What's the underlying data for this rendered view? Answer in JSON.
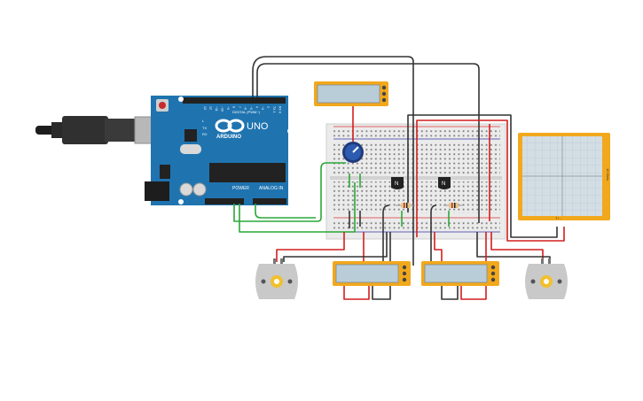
{
  "arduino": {
    "brand": "ARDUINO",
    "model": "UNO",
    "header_digital": "DIGITAL (PWM~)",
    "header_power": "POWER",
    "header_analog": "ANALOG IN",
    "led_labels": [
      "L",
      "TX",
      "RX"
    ],
    "pin_labels": [
      "13",
      "12",
      "~11",
      "~10",
      "~9",
      "8",
      "7",
      "~6",
      "~5",
      "4",
      "~3",
      "2",
      "TX 1",
      "RX 0"
    ]
  },
  "transistors": [
    {
      "letter": "N"
    },
    {
      "letter": "N"
    }
  ],
  "oscilloscope": {
    "side_label": "10 Ms/s",
    "bottom_label": "T+ -"
  },
  "colors": {
    "board": "#1f74b0",
    "wire_red": "#d21e1e",
    "wire_black": "#333333",
    "wire_green": "#2aa838",
    "meter_frame": "#f2a81c",
    "lcd": "#b9cdd9",
    "scope_frame": "#f2a81c",
    "scope_screen": "#d3dde4",
    "motor": "#c9c9c9",
    "motor_hub": "#f2c02c"
  },
  "icons": {
    "usb_plug": "usb-plug-icon",
    "pot_knob": "potentiometer-icon"
  }
}
